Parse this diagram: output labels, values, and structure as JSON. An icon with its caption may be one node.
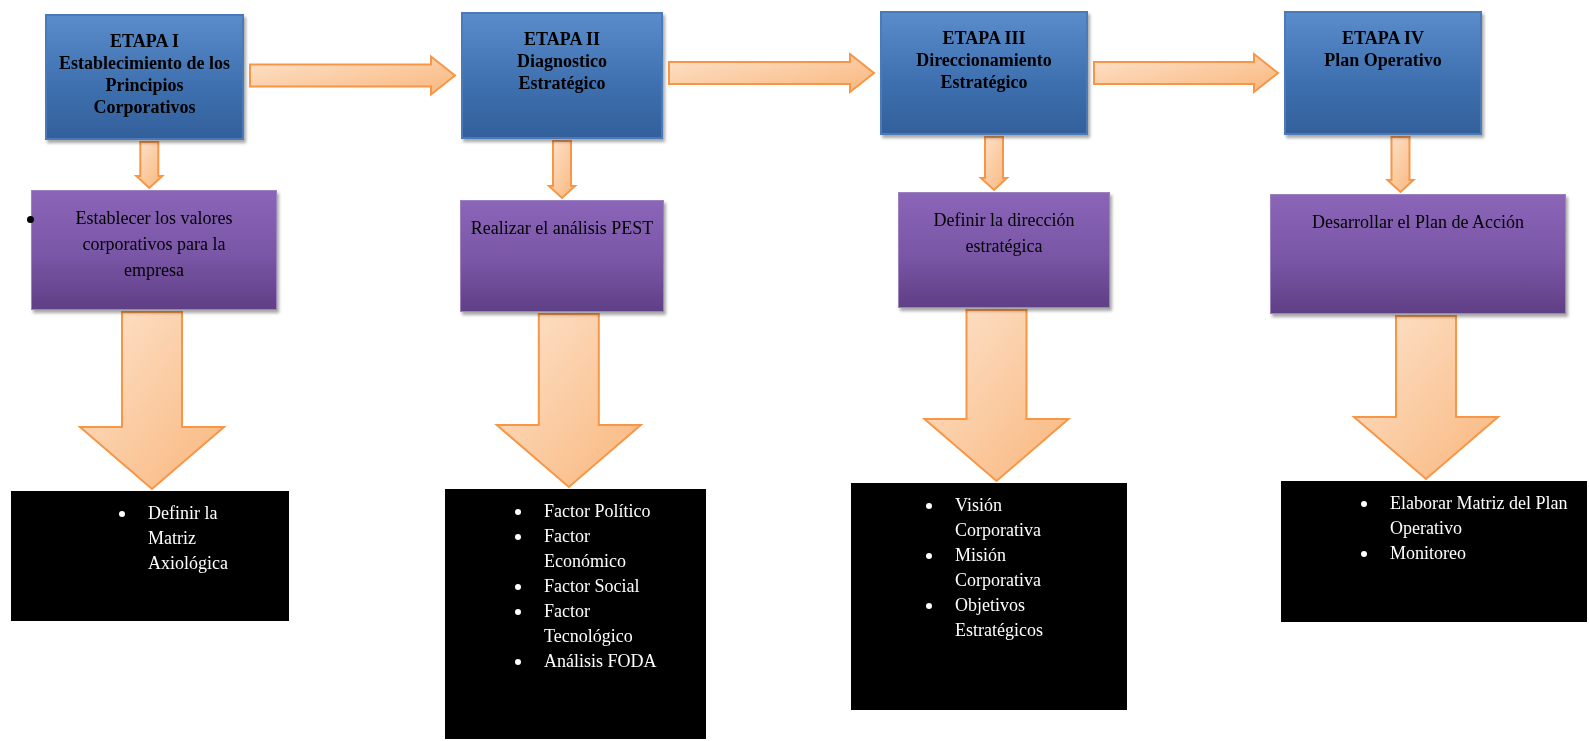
{
  "diagram": {
    "nodes": [
      {
        "text": [
          "ETAPA I",
          "Establecimiento de los Principios Corporativos"
        ]
      },
      {
        "text": [
          "ETAPA II",
          "Diagnostico Estratégico"
        ]
      },
      {
        "text": [
          "ETAPA III",
          "Direccionamiento Estratégico"
        ]
      },
      {
        "text": [
          "ETAPA IV",
          "Plan Operativo"
        ]
      },
      {
        "text": [
          "Establecer los valores corporativos para la empresa"
        ]
      },
      {
        "text": [
          "Realizar el análisis PEST"
        ]
      },
      {
        "text": [
          "Definir la dirección estratégica"
        ]
      },
      {
        "text": [
          "Desarrollar el Plan de Acción"
        ]
      },
      {
        "text": [
          "Definir la Matriz Axiológica"
        ]
      },
      {
        "text": [
          "Factor Político",
          "Factor Económico",
          "Factor Social",
          "Factor Tecnológico",
          "Análisis FODA"
        ]
      },
      {
        "text": [
          "Visión Corporativa",
          "Misión Corporativa",
          "Objetivos Estratégicos"
        ]
      },
      {
        "text": [
          "Elaborar Matriz del Plan Operativo",
          "Monitoreo"
        ]
      }
    ],
    "edges": [
      {
        "from": 0,
        "to": 1,
        "arrow": "to"
      },
      {
        "from": 1,
        "to": 2,
        "arrow": "to"
      },
      {
        "from": 2,
        "to": 3,
        "arrow": "to"
      },
      {
        "from": 0,
        "to": 4,
        "arrow": "to"
      },
      {
        "from": 1,
        "to": 5,
        "arrow": "to"
      },
      {
        "from": 2,
        "to": 6,
        "arrow": "to"
      },
      {
        "from": 3,
        "to": 7,
        "arrow": "to"
      },
      {
        "from": 4,
        "to": 8,
        "arrow": "to",
        "style": "thick"
      },
      {
        "from": 5,
        "to": 9,
        "arrow": "to",
        "style": "thick"
      },
      {
        "from": 6,
        "to": 10,
        "arrow": "to",
        "style": "thick"
      },
      {
        "from": 7,
        "to": 11,
        "arrow": "to",
        "style": "thick"
      }
    ]
  }
}
